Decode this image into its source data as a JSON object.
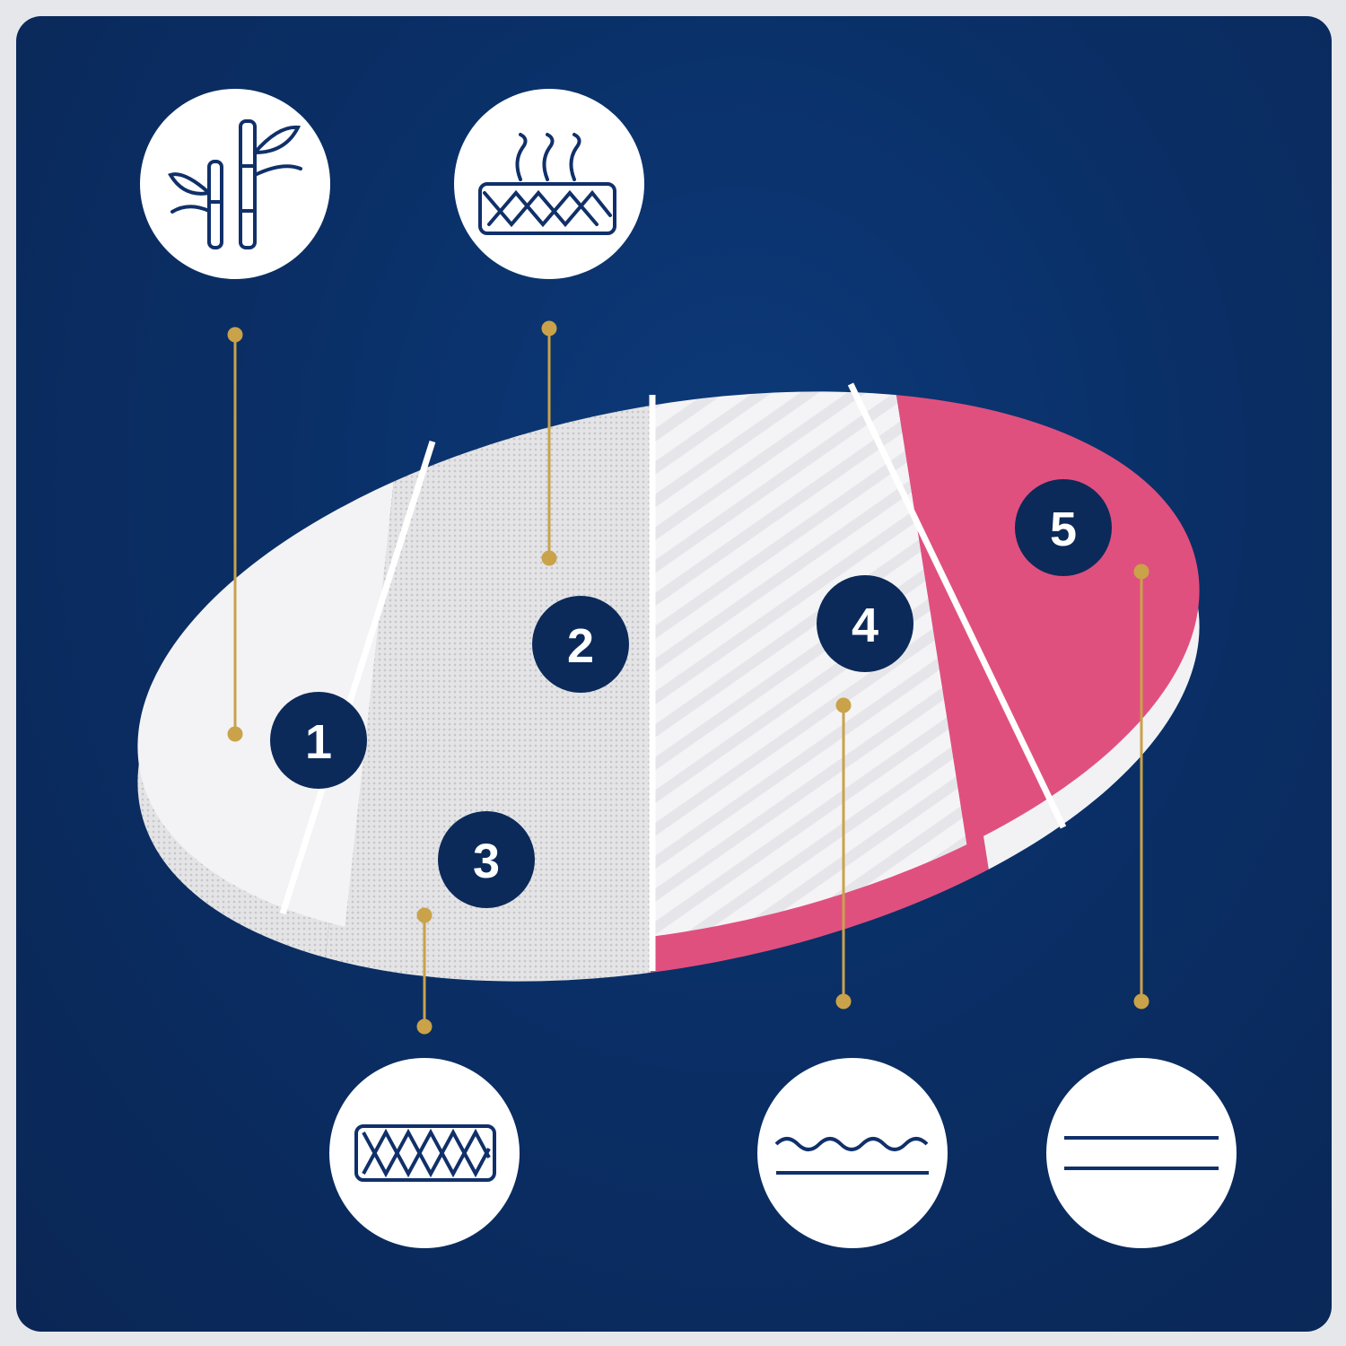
{
  "badges": [
    {
      "label": "1"
    },
    {
      "label": "2"
    },
    {
      "label": "3"
    },
    {
      "label": "4"
    },
    {
      "label": "5"
    }
  ],
  "icons": [
    "bamboo-icon",
    "breathable-layer-icon",
    "mesh-spacer-icon",
    "wave-foam-icon",
    "flat-foam-icon"
  ],
  "colors": {
    "background": "#0a2f66",
    "accent_line": "#c9a24a",
    "pink_layer": "#e0507f",
    "badge": "#0b2a5a"
  }
}
